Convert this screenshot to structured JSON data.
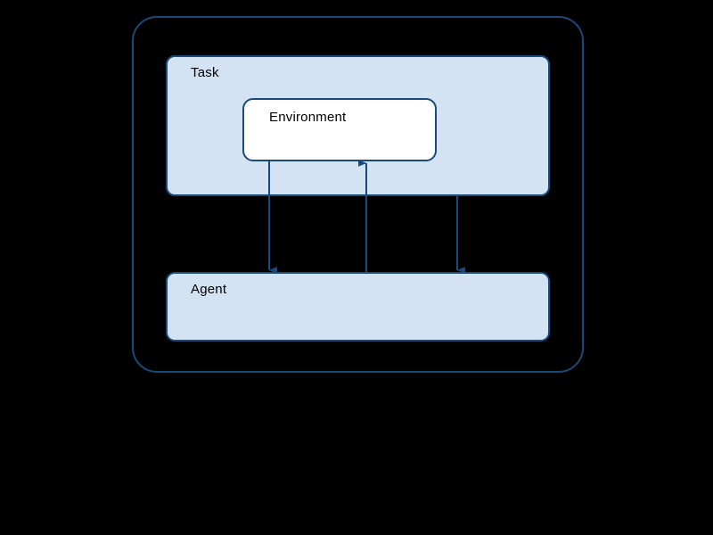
{
  "diagram": {
    "title": "",
    "background_color": "#000000",
    "accent_border_color": "#1a4a7a",
    "panel_fill_color": "#d4e3f3",
    "inner_fill_color": "#ffffff",
    "outer": {
      "label": "",
      "name": "outer-container"
    },
    "nodes": [
      {
        "id": "task",
        "label": "Task",
        "fill": "#d4e3f3",
        "stroke": "#1a4a7a"
      },
      {
        "id": "environment",
        "label": "Environment",
        "fill": "#ffffff",
        "stroke": "#1a4a7a"
      },
      {
        "id": "agent",
        "label": "Agent",
        "fill": "#d4e3f3",
        "stroke": "#1a4a7a"
      }
    ],
    "edges": [
      {
        "id": "environment-to-agent",
        "from": "environment",
        "to": "agent",
        "label": "",
        "direction": "down",
        "color": "#1a4a7a"
      },
      {
        "id": "agent-to-environment",
        "from": "agent",
        "to": "environment",
        "label": "",
        "direction": "up",
        "color": "#1a4a7a"
      },
      {
        "id": "task-to-agent",
        "from": "task",
        "to": "agent",
        "label": "",
        "direction": "down",
        "color": "#1a4a7a"
      }
    ]
  }
}
